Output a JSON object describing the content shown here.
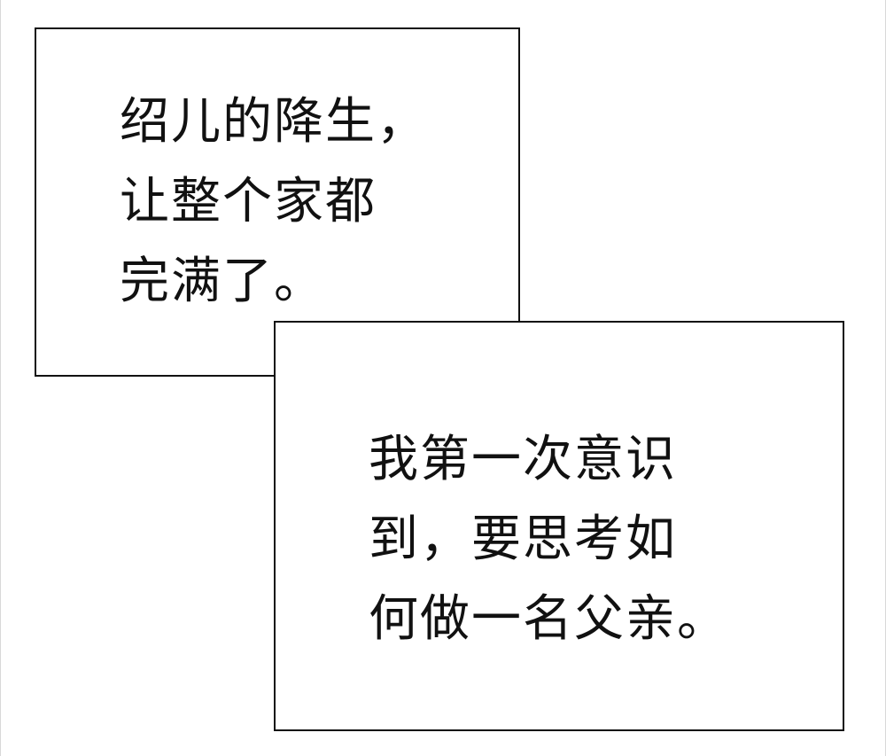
{
  "panels": [
    {
      "lines": [
        "绍儿的降生，",
        "让整个家都",
        "完满了。"
      ]
    },
    {
      "lines": [
        "我第一次意识",
        "到，要思考如",
        "何做一名父亲。"
      ]
    }
  ]
}
